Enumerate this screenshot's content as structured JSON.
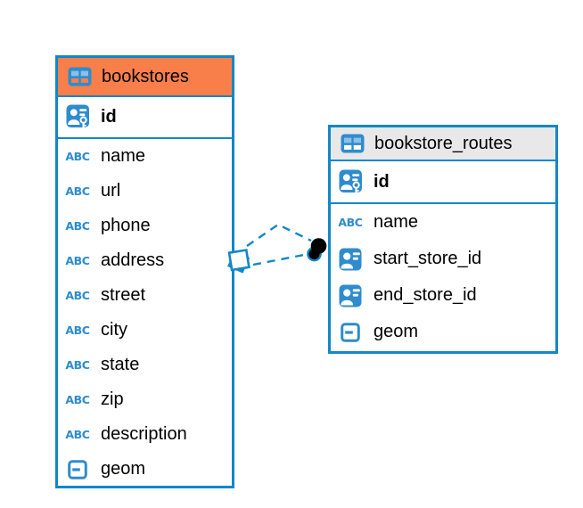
{
  "colors": {
    "accent": "#1287c8",
    "icon_blue": "#2e8cce",
    "icon_light_blue": "#8cc0e8",
    "header_orange": "#f97f4a",
    "header_gray": "#e8e8e8",
    "canvas_bg": "#ffffff",
    "text": "#000000",
    "marker_dot": "#000000"
  },
  "icons": {
    "text_type_glyph": "ABC",
    "table_icon": "table-grid",
    "primary_key_icon": "person-with-key",
    "reference_icon": "person-card",
    "geometry_icon": "box-with-dash"
  },
  "tables": [
    {
      "name": "bookstores",
      "header_style": "orange-highlight",
      "keys": [
        {
          "name": "id",
          "type_icon": "primary-key"
        }
      ],
      "columns": [
        {
          "name": "name",
          "type_icon": "text"
        },
        {
          "name": "url",
          "type_icon": "text"
        },
        {
          "name": "phone",
          "type_icon": "text"
        },
        {
          "name": "address",
          "type_icon": "text"
        },
        {
          "name": "street",
          "type_icon": "text"
        },
        {
          "name": "city",
          "type_icon": "text"
        },
        {
          "name": "state",
          "type_icon": "text"
        },
        {
          "name": "zip",
          "type_icon": "text"
        },
        {
          "name": "description",
          "type_icon": "text"
        },
        {
          "name": "geom",
          "type_icon": "geometry"
        }
      ]
    },
    {
      "name": "bookstore_routes",
      "header_style": "gray",
      "keys": [
        {
          "name": "id",
          "type_icon": "primary-key"
        }
      ],
      "columns": [
        {
          "name": "name",
          "type_icon": "text"
        },
        {
          "name": "start_store_id",
          "type_icon": "reference"
        },
        {
          "name": "end_store_id",
          "type_icon": "reference"
        },
        {
          "name": "geom",
          "type_icon": "geometry"
        }
      ]
    }
  ],
  "relationships": [
    {
      "from": "bookstore_routes",
      "to": "bookstores",
      "style": "dashed",
      "from_marker": "dot",
      "to_marker": "diamond"
    },
    {
      "from": "bookstore_routes",
      "to": "bookstores",
      "style": "dashed",
      "from_marker": "dot",
      "to_marker": "diamond"
    }
  ]
}
